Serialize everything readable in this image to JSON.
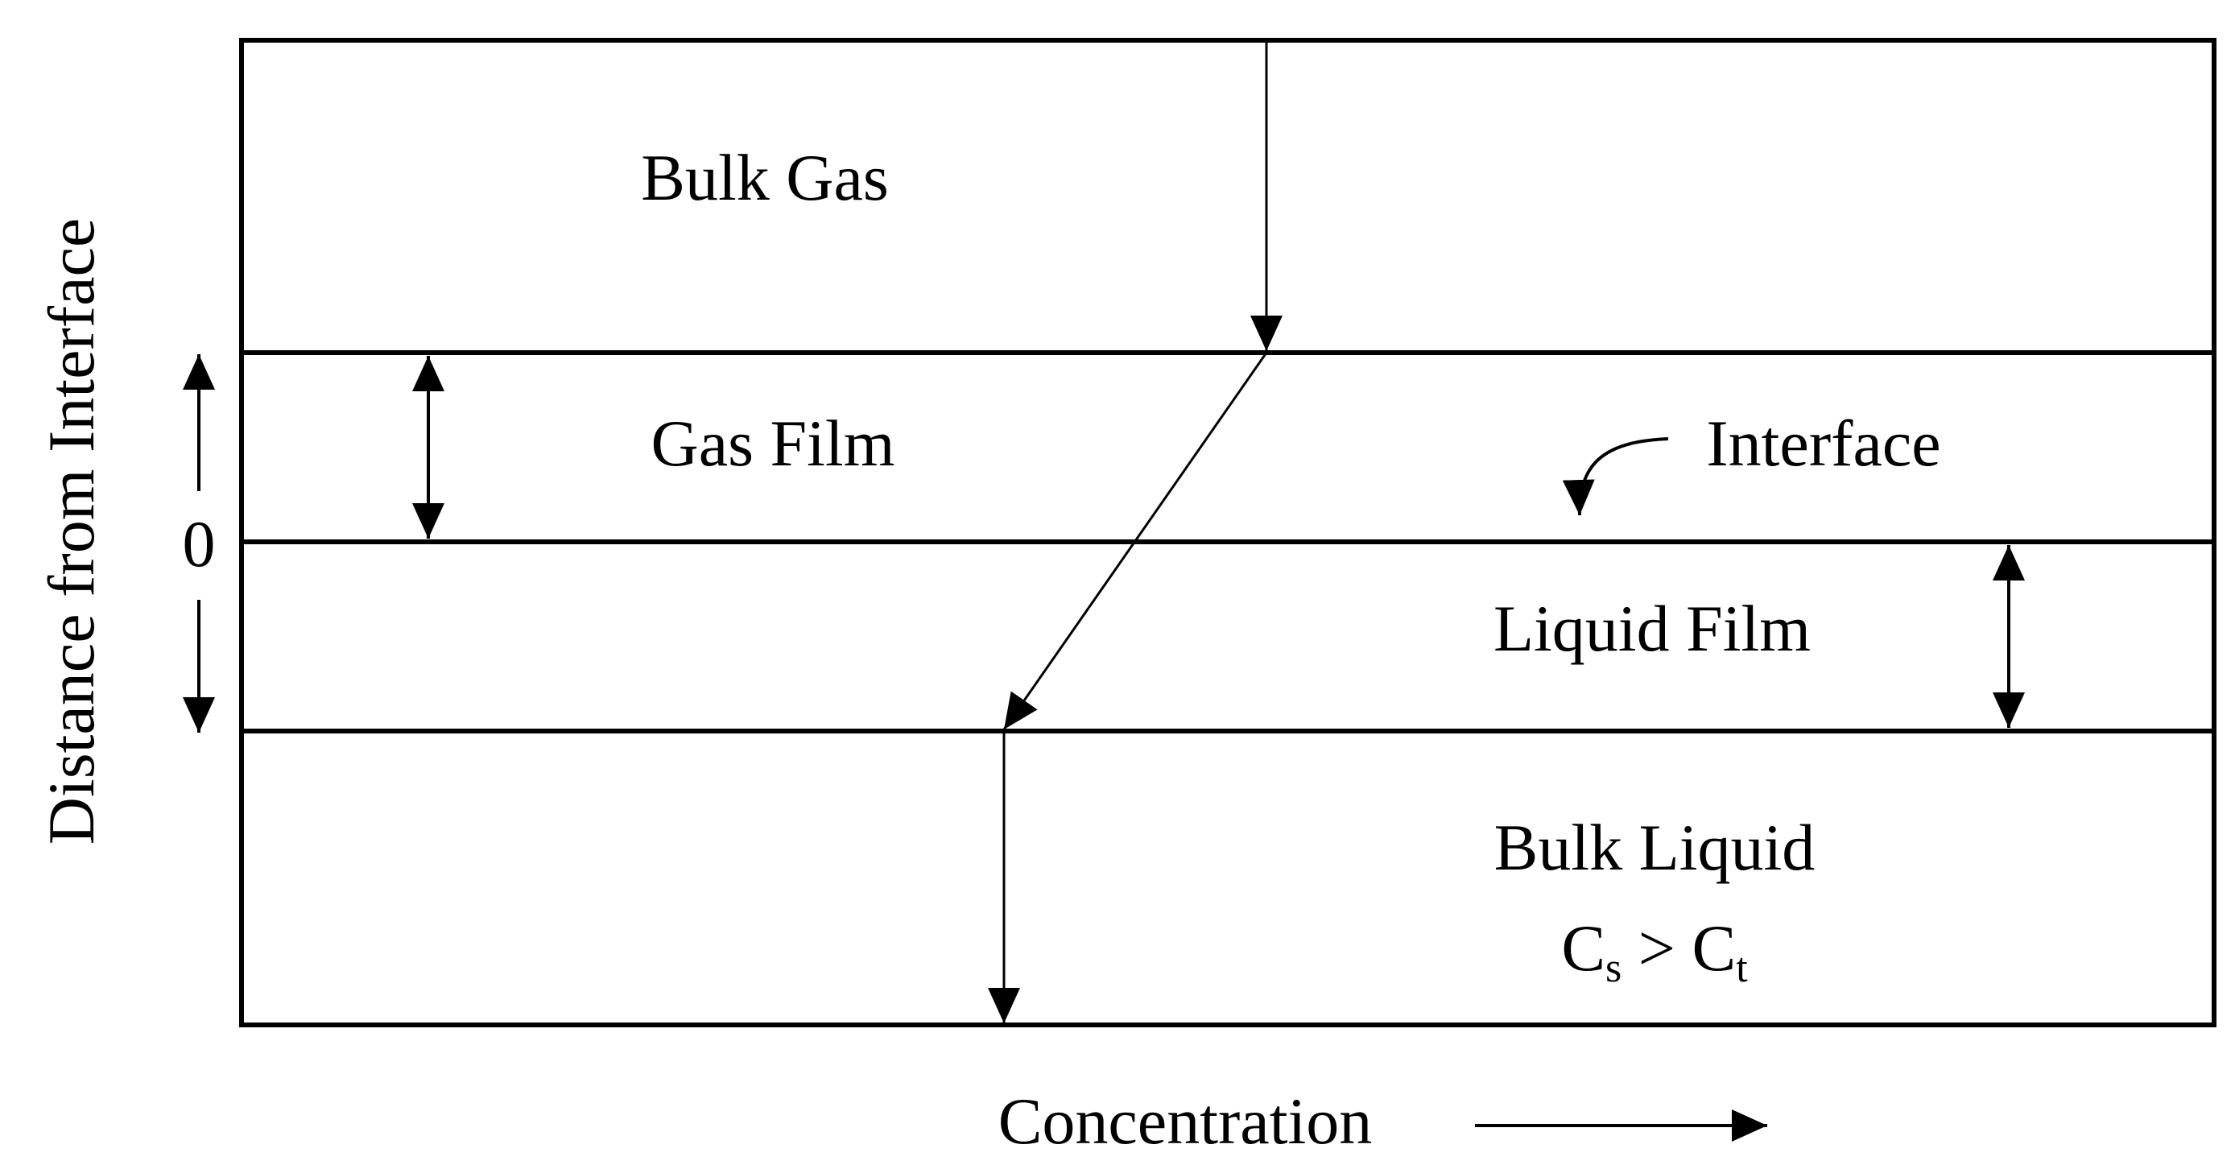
{
  "axes": {
    "y_label": "Distance from Interface",
    "x_label": "Concentration",
    "zero_label": "0"
  },
  "regions": {
    "bulk_gas": "Bulk Gas",
    "gas_film": "Gas Film",
    "liquid_film": "Liquid Film",
    "bulk_liquid": "Bulk Liquid"
  },
  "callouts": {
    "interface": "Interface"
  },
  "condition": {
    "left_main": "C",
    "left_sub": "s",
    "operator": " > ",
    "right_main": "C",
    "right_sub": "t"
  },
  "colors": {
    "line": "#000000",
    "background": "#ffffff"
  }
}
